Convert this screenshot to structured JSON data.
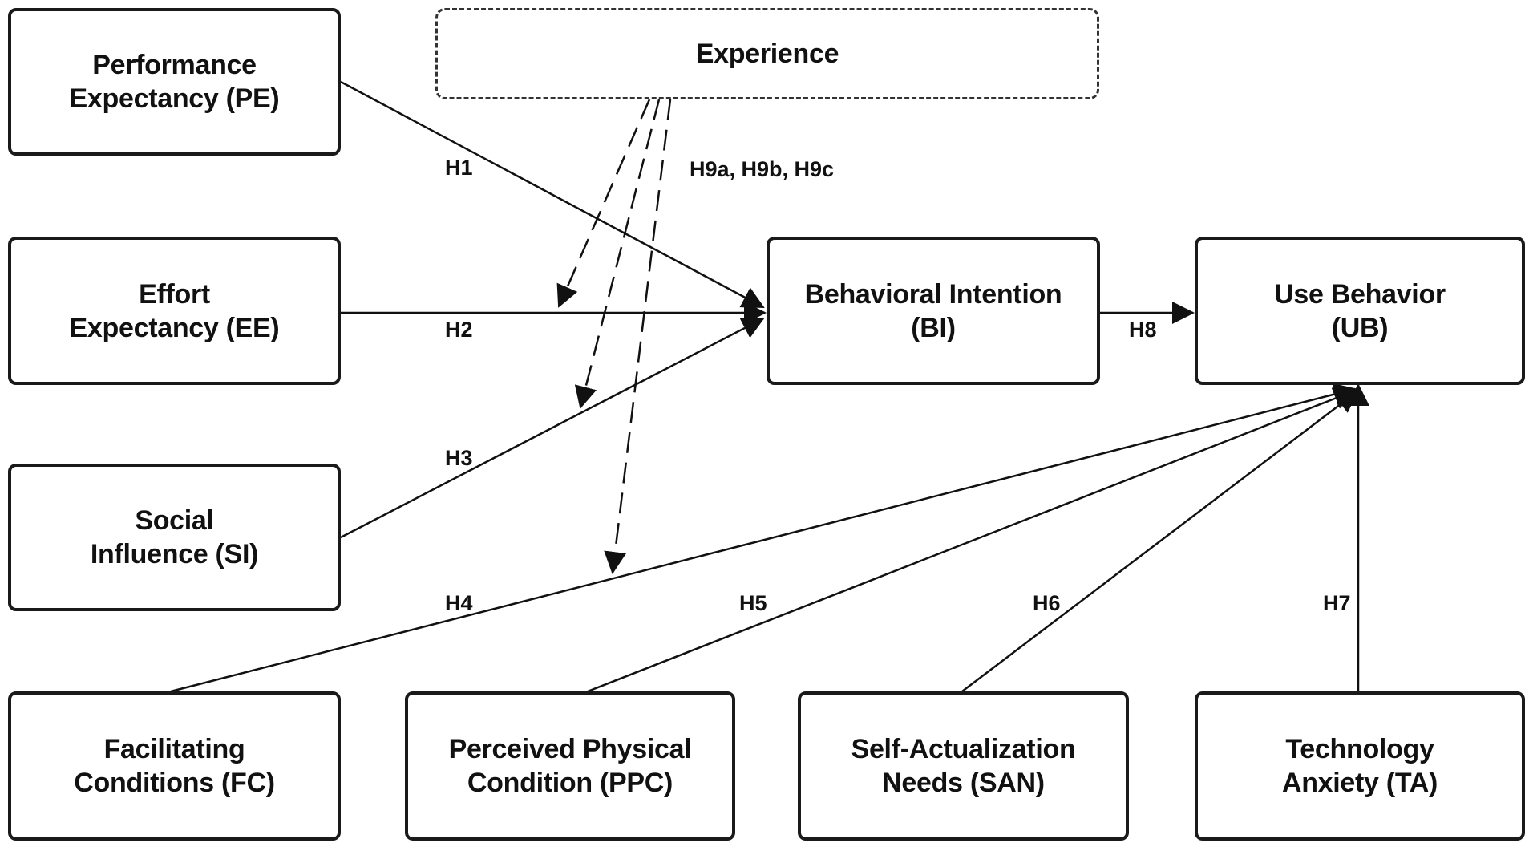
{
  "constructs": {
    "pe": "Performance\nExpectancy (PE)",
    "ee": "Effort\nExpectancy (EE)",
    "si": "Social\nInfluence (SI)",
    "bi": "Behavioral Intention\n(BI)",
    "ub": "Use Behavior\n(UB)",
    "fc": "Facilitating\nConditions (FC)",
    "ppc": "Perceived Physical\nCondition (PPC)",
    "san": "Self-Actualization\nNeeds (SAN)",
    "ta": "Technology\nAnxiety (TA)",
    "experience": "Experience"
  },
  "hypotheses": {
    "h1": "H1",
    "h2": "H2",
    "h3": "H3",
    "h4": "H4",
    "h5": "H5",
    "h6": "H6",
    "h7": "H7",
    "h8": "H8",
    "h9": "H9a, H9b, H9c"
  }
}
